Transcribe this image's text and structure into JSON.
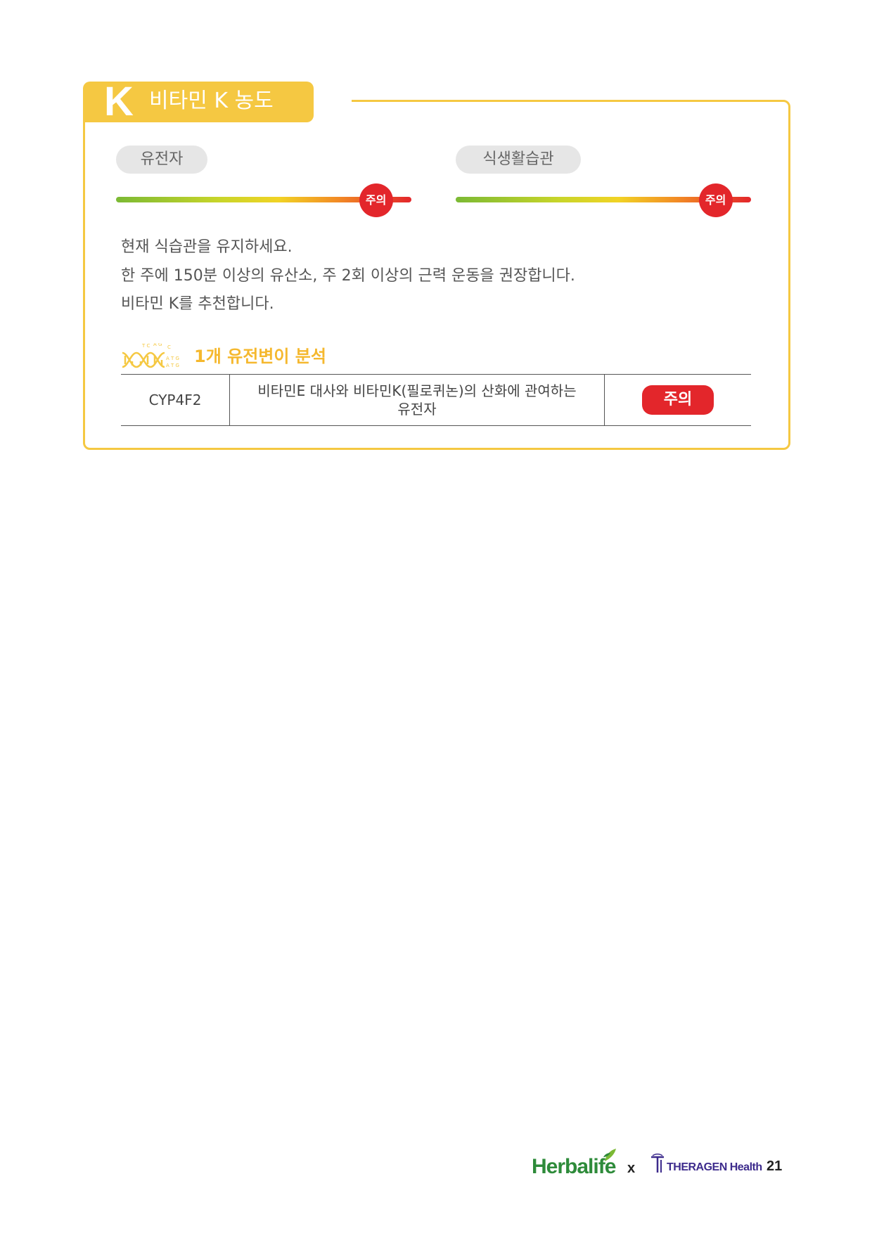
{
  "header": {
    "letter": "K",
    "title": "비타민 K 농도"
  },
  "indicators": [
    {
      "label": "유전자",
      "level_label": "주의",
      "level": 0.88
    },
    {
      "label": "식생활습관",
      "level_label": "주의",
      "level": 0.88
    }
  ],
  "advice": [
    "현재 식습관을 유지하세요.",
    "한 주에 150분 이상의 유산소, 주 2회 이상의 근력 운동을 권장합니다.",
    "비타민 K를 추천합니다."
  ],
  "analysis": {
    "title": "1개 유전변이 분석",
    "rows": [
      {
        "gene": "CYP4F2",
        "description_line1": "비타민E 대사와 비타민K(필로퀴논)의 산화에 관여하는",
        "description_line2": "유전자",
        "status": "주의"
      }
    ]
  },
  "footer": {
    "brand1": "Herbalife",
    "separator": "x",
    "brand2": "THERAGEN Health",
    "page": "21"
  },
  "colors": {
    "accent": "#f5c842",
    "warning": "#e3262b",
    "brand_green": "#2e8b3a",
    "brand_purple": "#3d2b8c"
  }
}
